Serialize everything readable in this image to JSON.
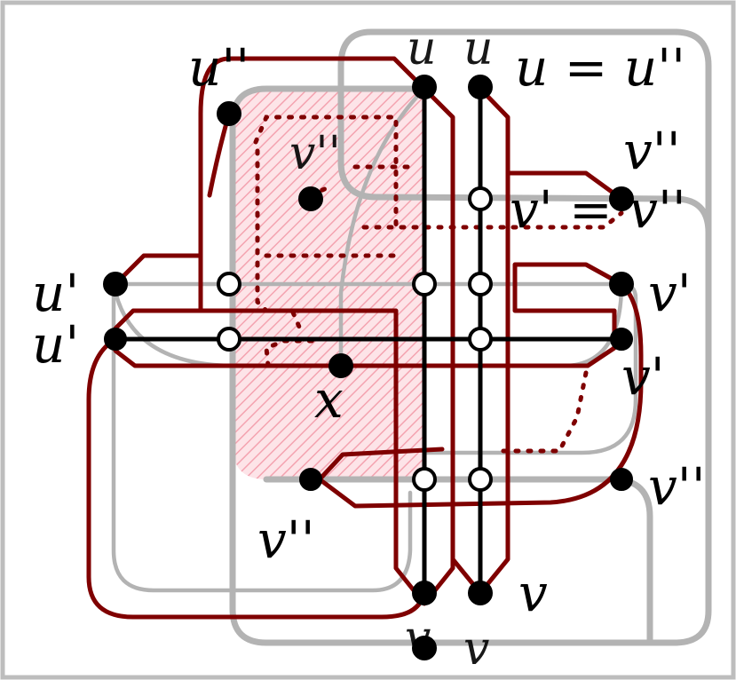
{
  "diagram": {
    "labels": {
      "u_double_prime": "u''",
      "u_top_a": "u",
      "u_top_b": "u",
      "u_eq_u_double_prime": "u = u''",
      "v_double_prime_tr": "v''",
      "v_prime_eq_v_double_prime": "v' = v''",
      "u_prime_a": "u'",
      "u_prime_b": "u'",
      "v_prime_a": "v'",
      "v_prime_b": "v'",
      "x": "x",
      "v_double_prime_inner": "v''",
      "v_double_prime_br": "v''",
      "v_double_prime_bl": "v''",
      "v_bottom_a": "v",
      "v_bottom_b": "v",
      "v_bottom_c": "v"
    }
  }
}
